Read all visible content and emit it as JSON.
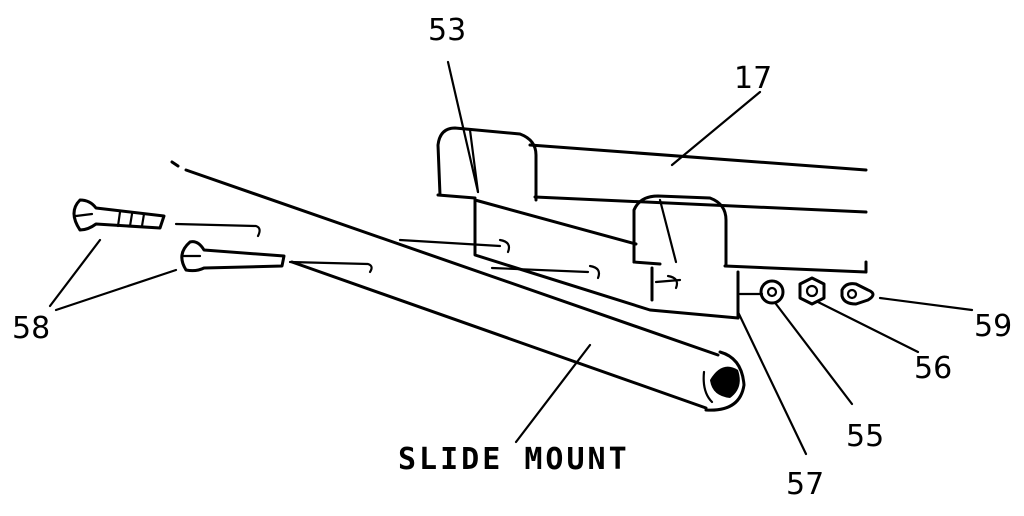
{
  "labels": {
    "n53": "53",
    "n17": "17",
    "n58": "58",
    "n59": "59",
    "n56": "56",
    "n55": "55",
    "n57": "57"
  },
  "caption": "SLIDE MOUNT"
}
